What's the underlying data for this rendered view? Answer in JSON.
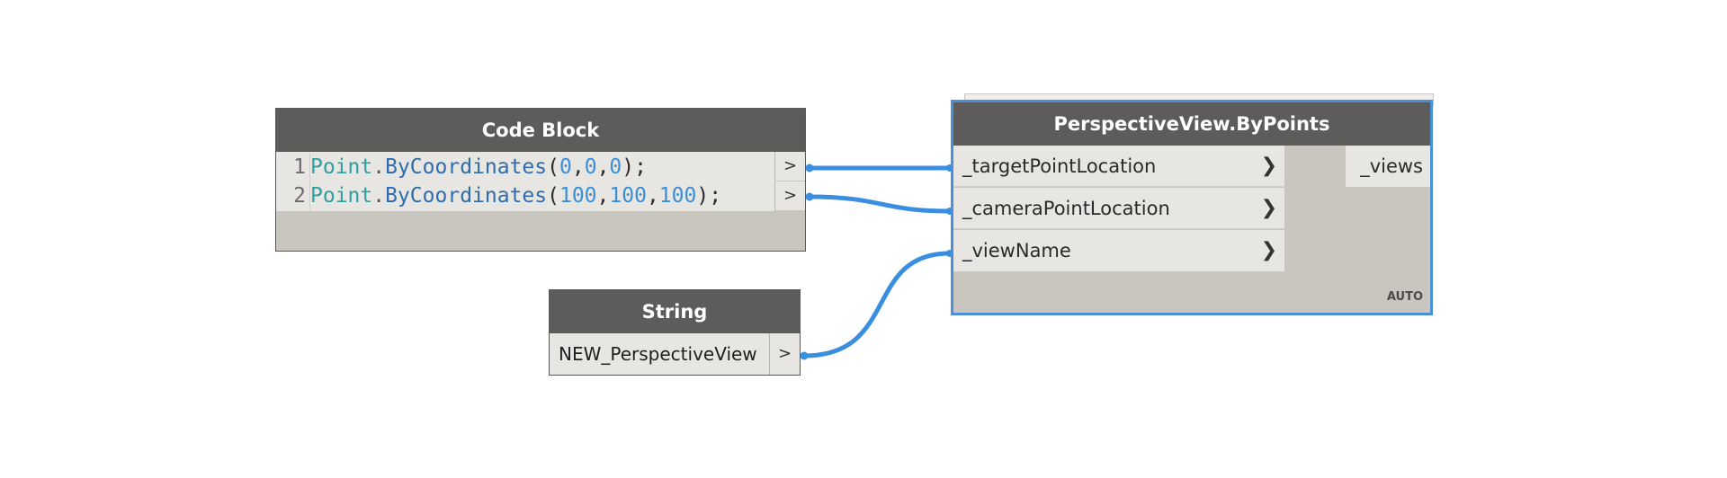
{
  "code_block": {
    "title": "Code Block",
    "lines": [
      {
        "num": "1",
        "class_name": "Point",
        "dot": ".",
        "method": "ByCoordinates",
        "open": "(",
        "args": [
          "0",
          "0",
          "0"
        ],
        "close": ");"
      },
      {
        "num": "2",
        "class_name": "Point",
        "dot": ".",
        "method": "ByCoordinates",
        "open": "(",
        "args": [
          "100",
          "100",
          "100"
        ],
        "close": ");"
      }
    ],
    "output_symbol": ">"
  },
  "string_node": {
    "title": "String",
    "value": "NEW_PerspectiveView",
    "output_symbol": ">"
  },
  "perspective_node": {
    "title": "PerspectiveView.ByPoints",
    "inputs": [
      {
        "label": "_targetPointLocation",
        "chevron": "❯"
      },
      {
        "label": "_cameraPointLocation",
        "chevron": "❯"
      },
      {
        "label": "_viewName",
        "chevron": "❯"
      }
    ],
    "output": "_views",
    "lacing": "AUTO"
  },
  "colors": {
    "wire": "#3a8ee0",
    "selection": "#4a90d9",
    "header": "#5e5c5a",
    "node_body": "#c9c5bf"
  }
}
